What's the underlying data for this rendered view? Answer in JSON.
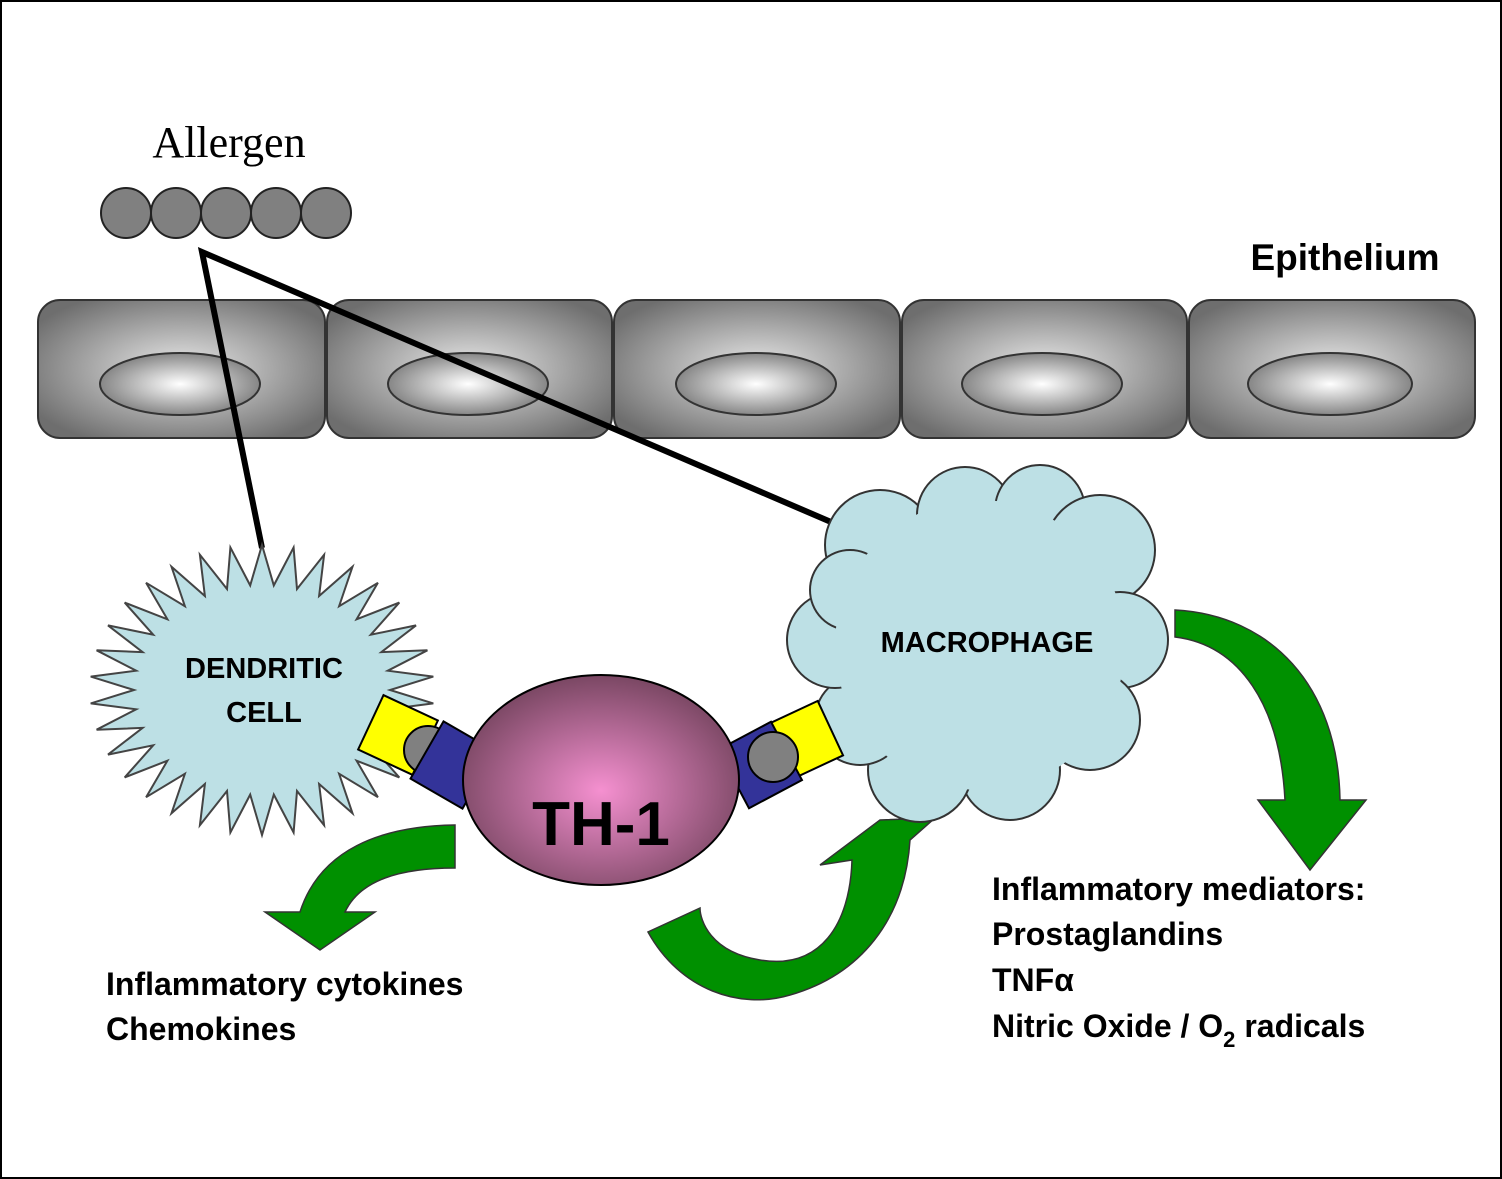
{
  "labels": {
    "allergen": "Allergen",
    "epithelium": "Epithelium",
    "dendritic_line1": "DENDRITIC",
    "dendritic_line2": "CELL",
    "macrophage": "MACROPHAGE",
    "th1": "TH-1"
  },
  "left_outputs": [
    "Inflammatory cytokines",
    "Chemokines"
  ],
  "right_outputs": {
    "heading": "Inflammatory mediators:",
    "items": [
      "Prostaglandins",
      "TNFα"
    ],
    "last_prefix": "Nitric Oxide / O",
    "last_subscript": "2",
    "last_suffix": " radicals"
  },
  "colors": {
    "cell_fill": "#bde0e5",
    "arrow": "#009000",
    "receptor_yellow": "#ffff00",
    "receptor_blue": "#333399",
    "antigen_gray": "#808080",
    "th1_center": "#f590d0",
    "th1_edge": "#7a4763"
  }
}
